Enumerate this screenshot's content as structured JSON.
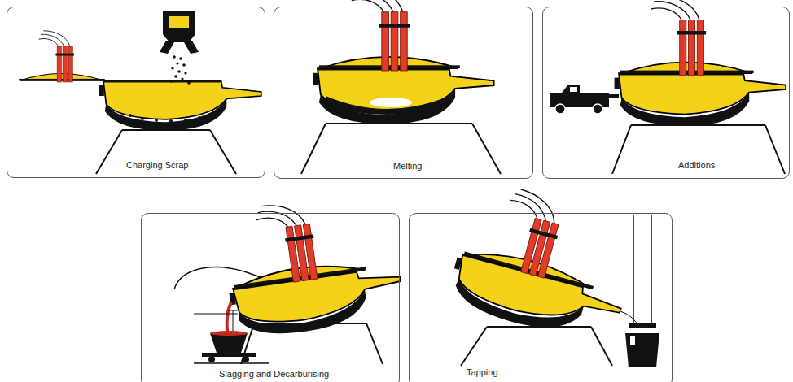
{
  "diagram": {
    "nodes": [
      {
        "text": [
          "Charging Scrap"
        ]
      },
      {
        "text": [
          "Melting"
        ]
      },
      {
        "text": [
          "Additions"
        ]
      },
      {
        "text": [
          "Slagging and Decarburising"
        ]
      },
      {
        "text": [
          "Tapping"
        ]
      }
    ]
  }
}
